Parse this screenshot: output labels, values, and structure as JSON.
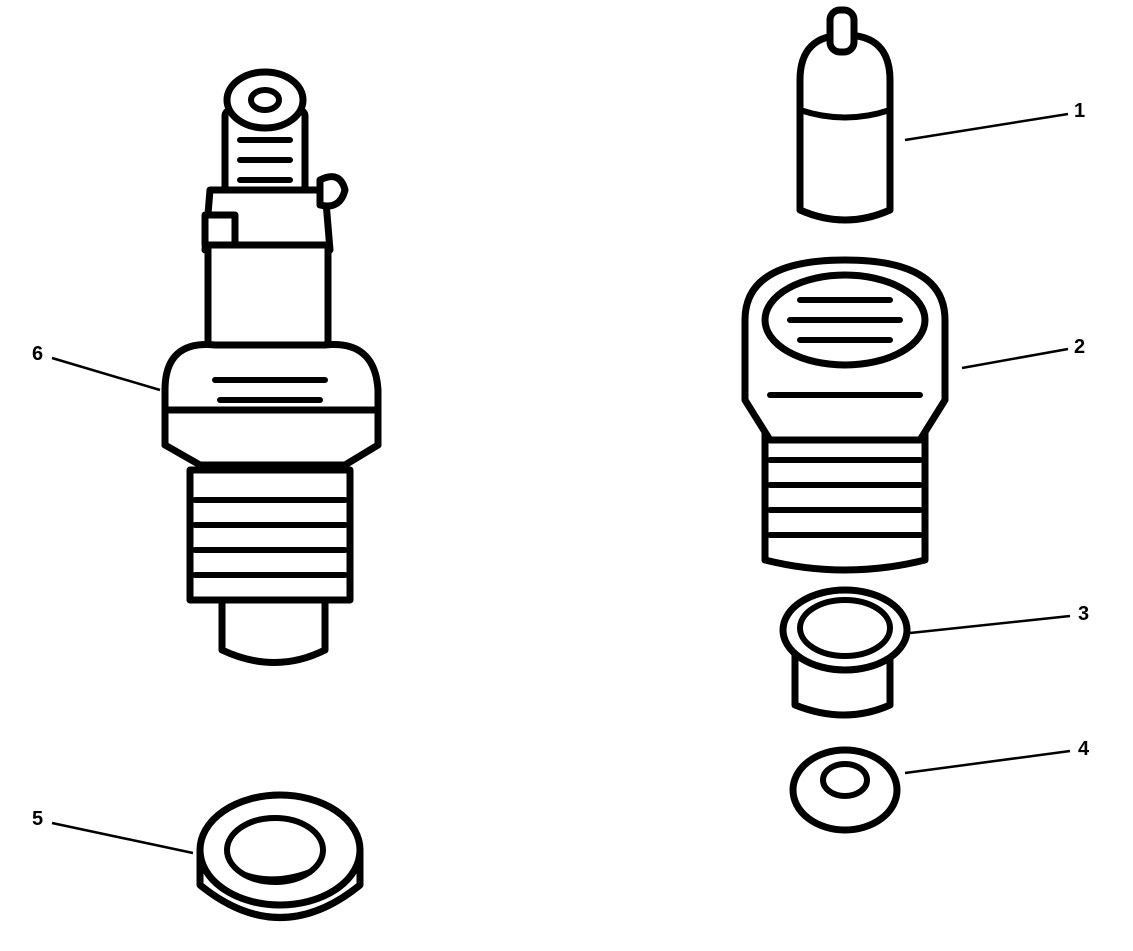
{
  "diagram": {
    "callouts": [
      {
        "id": "1",
        "text": "1"
      },
      {
        "id": "2",
        "text": "2"
      },
      {
        "id": "3",
        "text": "3"
      },
      {
        "id": "4",
        "text": "4"
      },
      {
        "id": "5",
        "text": "5"
      },
      {
        "id": "6",
        "text": "6"
      }
    ],
    "line_color": "#000000",
    "background": "#ffffff"
  }
}
